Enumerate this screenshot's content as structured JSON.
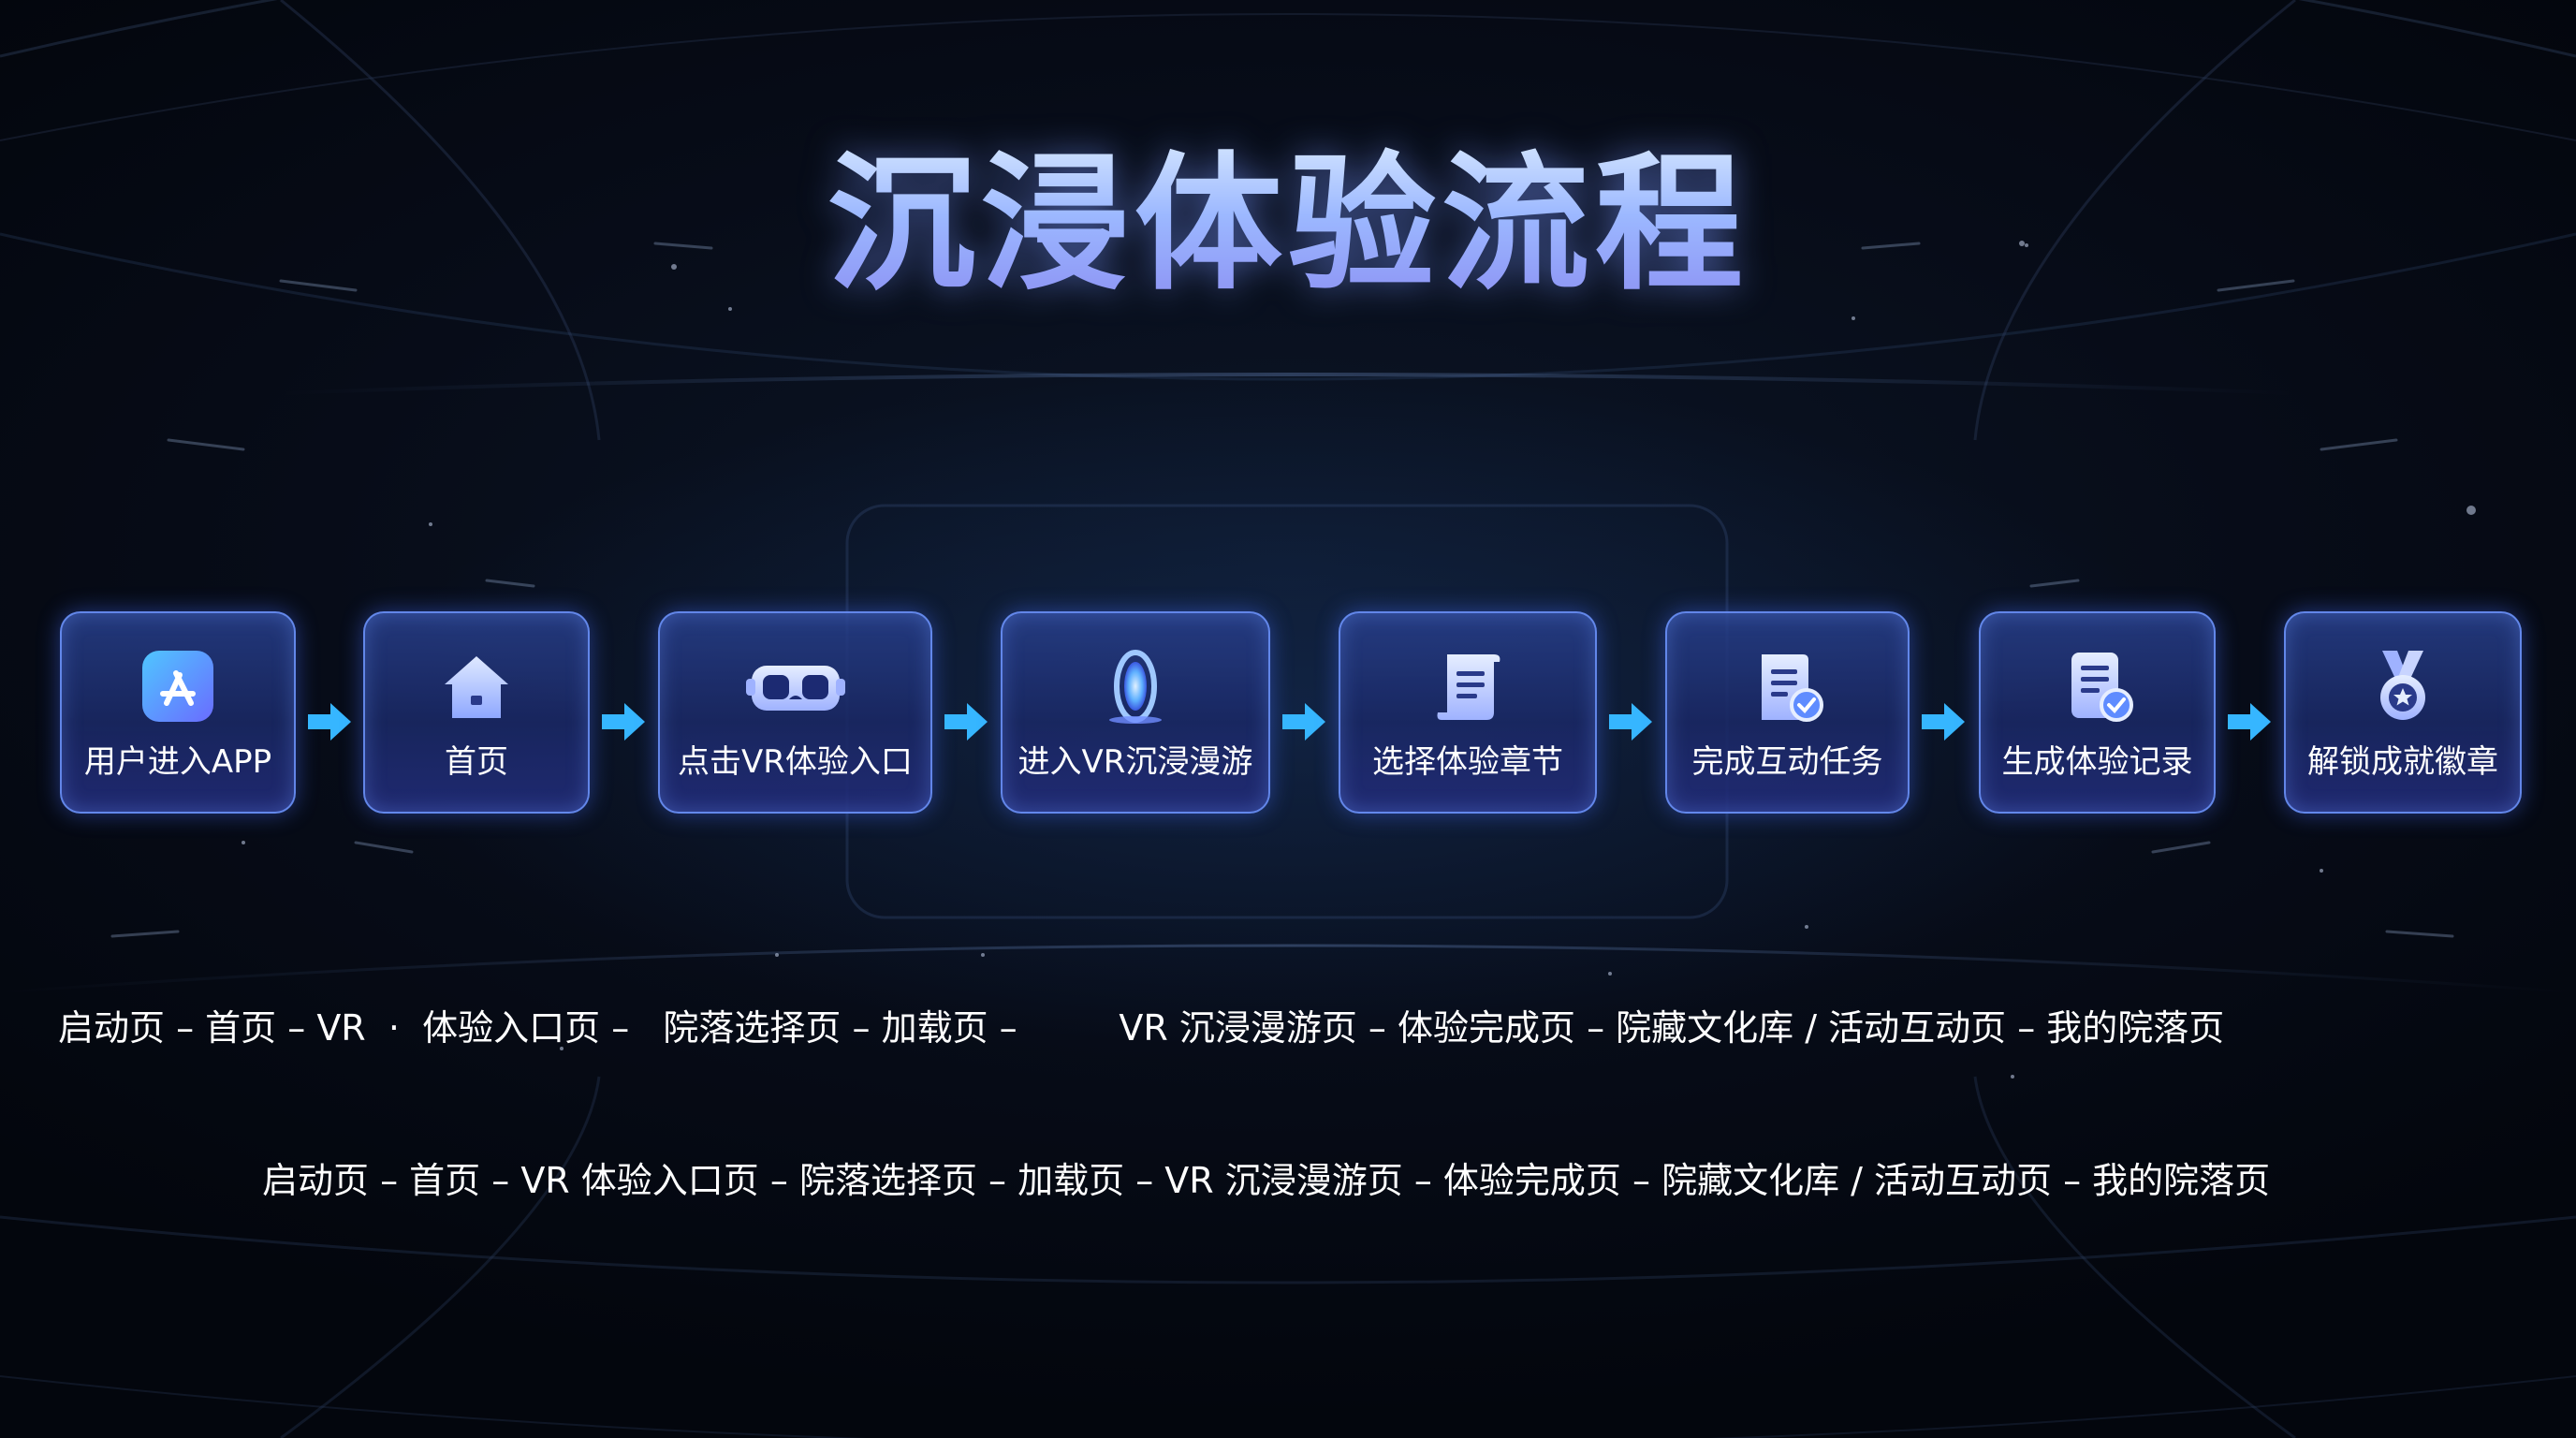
{
  "title": "沉浸体验流程",
  "colors": {
    "accent": "#4a7dff",
    "arrow": "#36b6ff",
    "card_border": "#6e96ff"
  },
  "steps": [
    {
      "label": "用户进入APP",
      "icon": "app-store-icon"
    },
    {
      "label": "首页",
      "icon": "home-icon"
    },
    {
      "label": "点击VR体验入口",
      "icon": "vr-headset-icon"
    },
    {
      "label": "进入VR沉浸漫游",
      "icon": "portal-icon"
    },
    {
      "label": "选择体验章节",
      "icon": "scroll-icon"
    },
    {
      "label": "完成互动任务",
      "icon": "task-check-icon"
    },
    {
      "label": "生成体验记录",
      "icon": "record-document-icon"
    },
    {
      "label": "解锁成就徽章",
      "icon": "medal-badge-icon"
    }
  ],
  "flow_line_1": "启动页 – 首页 – VR  ·  体验入口页 –   院落选择页 – 加载页 –         VR 沉浸漫游页 – 体验完成页 – 院藏文化库 / 活动互动页 – 我的院落页",
  "flow_line_2": "启动页 – 首页 – VR 体验入口页 – 院落选择页 – 加载页 – VR 沉浸漫游页 – 体验完成页 – 院藏文化库 / 活动互动页 – 我的院落页"
}
